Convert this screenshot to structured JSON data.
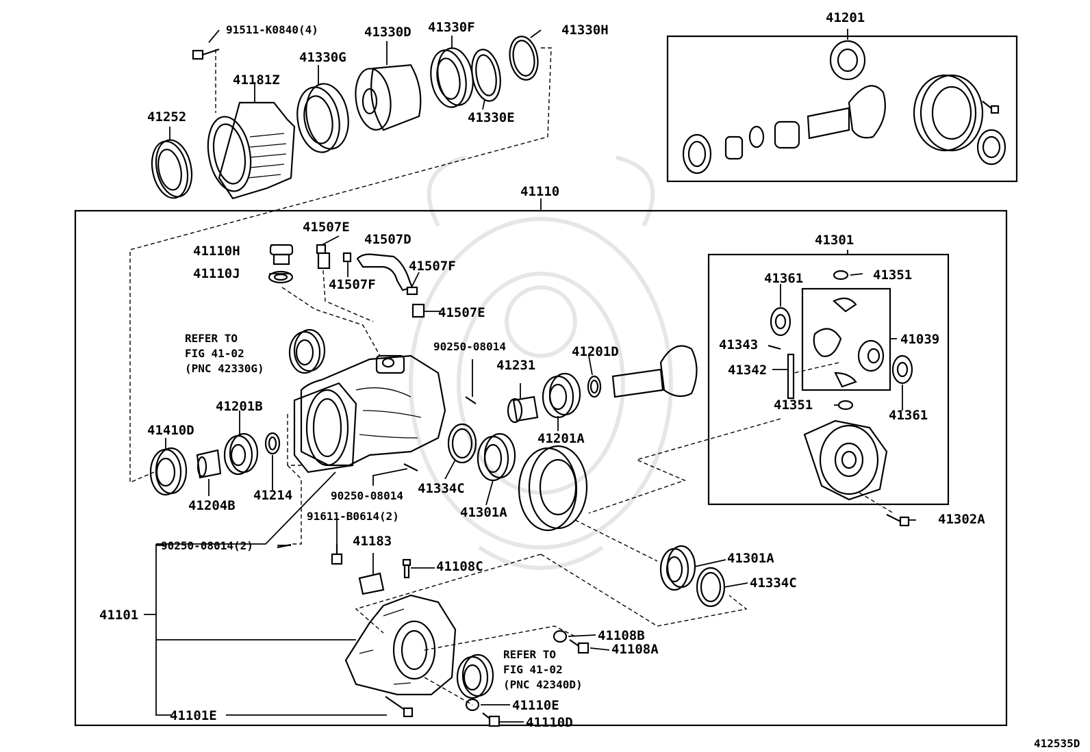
{
  "figure_code": "412535D",
  "labels": {
    "p41201": "41201",
    "p91511": "91511-K0840(4)",
    "p41330D": "41330D",
    "p41330F": "41330F",
    "p41330H": "41330H",
    "p41330G": "41330G",
    "p41181Z": "41181Z",
    "p41252": "41252",
    "p41330E": "41330E",
    "p41110": "41110",
    "p41507E_top": "41507E",
    "p41507D": "41507D",
    "p41110H": "41110H",
    "p41110J": "41110J",
    "p41507F_r": "41507F",
    "p41507F_l": "41507F",
    "p41507E_b": "41507E",
    "p41301": "41301",
    "p41361_t": "41361",
    "p41351_t": "41351",
    "p41039": "41039",
    "p41343": "41343",
    "p41342": "41342",
    "p41351_b": "41351",
    "p41361_b": "41361",
    "p90250_a": "90250-08014",
    "p41201D": "41201D",
    "p41231": "41231",
    "p41201A": "41201A",
    "p41410D": "41410D",
    "p41201B": "41201B",
    "p41204B": "41204B",
    "p41214": "41214",
    "p90250_b": "90250-08014",
    "p41334C_a": "41334C",
    "p41301A_a": "41301A",
    "p41302A": "41302A",
    "p91611": "91611-B0614(2)",
    "p90250_c": "90250-08014(2)",
    "p41183": "41183",
    "p41108C": "41108C",
    "p41301A_b": "41301A",
    "p41334C_b": "41334C",
    "p41101": "41101",
    "p41108B": "41108B",
    "p41108A": "41108A",
    "p41110E": "41110E",
    "p41110D": "41110D",
    "p41101E": "41101E"
  },
  "refer_notes": {
    "upper": [
      "REFER TO",
      "FIG 41-02",
      "(PNC 42330G)"
    ],
    "lower": [
      "REFER TO",
      "FIG 41-02",
      "(PNC 42340D)"
    ]
  }
}
